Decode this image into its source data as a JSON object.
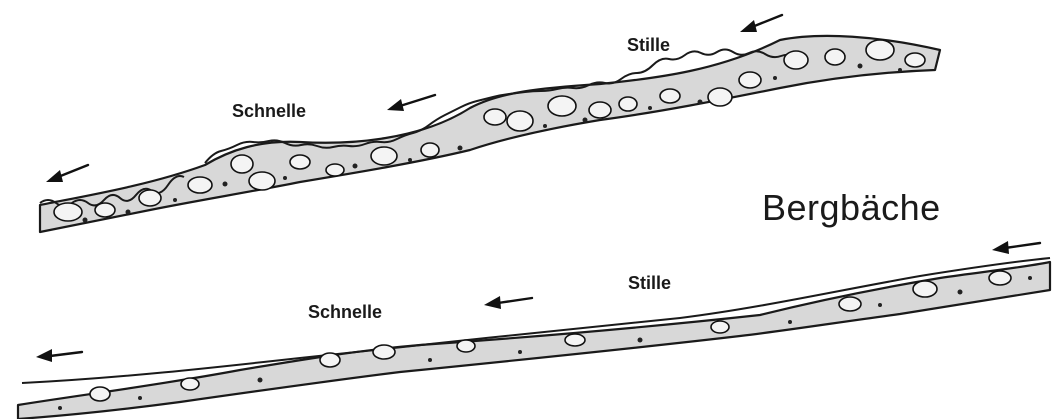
{
  "title": "Bergbäche",
  "upper_stream": {
    "labels": {
      "rapid": "Schnelle",
      "pool": "Stille"
    }
  },
  "lower_stream": {
    "labels": {
      "rapid": "Schnelle",
      "pool": "Stille"
    }
  },
  "colors": {
    "ink": "#1a1a1a",
    "background": "#ffffff"
  }
}
